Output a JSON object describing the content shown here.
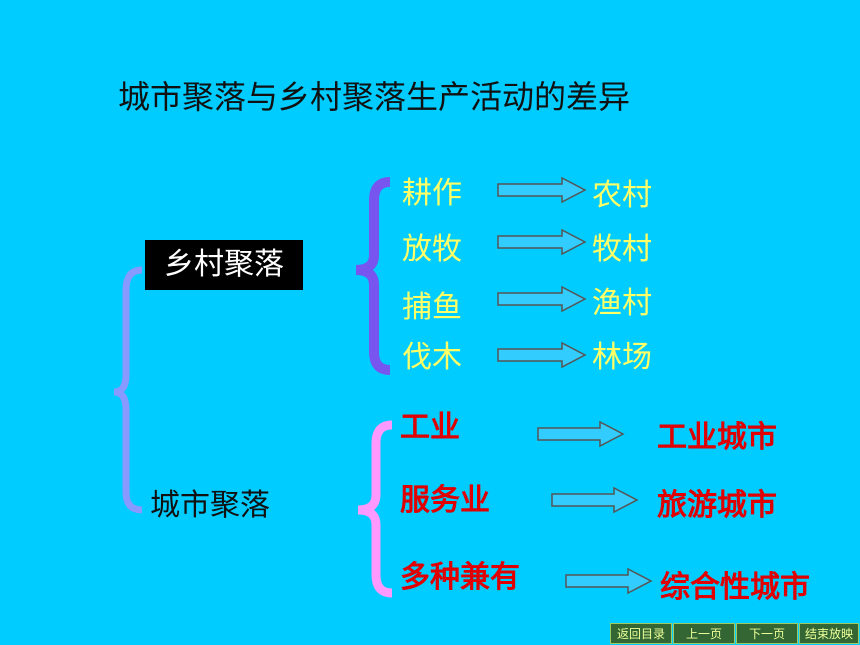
{
  "title": "城市聚落与乡村聚落生产活动的差异",
  "rural": {
    "label": "乡村聚落",
    "items": [
      {
        "activity": "耕作",
        "result": "农村"
      },
      {
        "activity": "放牧",
        "result": "牧村"
      },
      {
        "activity": "捕鱼",
        "result": "渔村"
      },
      {
        "activity": "伐木",
        "result": "林场"
      }
    ]
  },
  "urban": {
    "label": "城市聚落",
    "items": [
      {
        "activity": "工业",
        "result": "工业城市"
      },
      {
        "activity": "服务业",
        "result": "旅游城市"
      },
      {
        "activity": "多种兼有",
        "result": "综合性城市"
      }
    ]
  },
  "nav": {
    "back": "返回目录",
    "prev": "上一页",
    "next": "下一页",
    "end": "结束放映"
  },
  "colors": {
    "background": "#00CCFF",
    "rural_text": "#FFFF66",
    "urban_text": "#E00000",
    "outer_brace": "#8899FF",
    "rural_brace": "#7755EE",
    "urban_brace": "#FF99FF"
  }
}
